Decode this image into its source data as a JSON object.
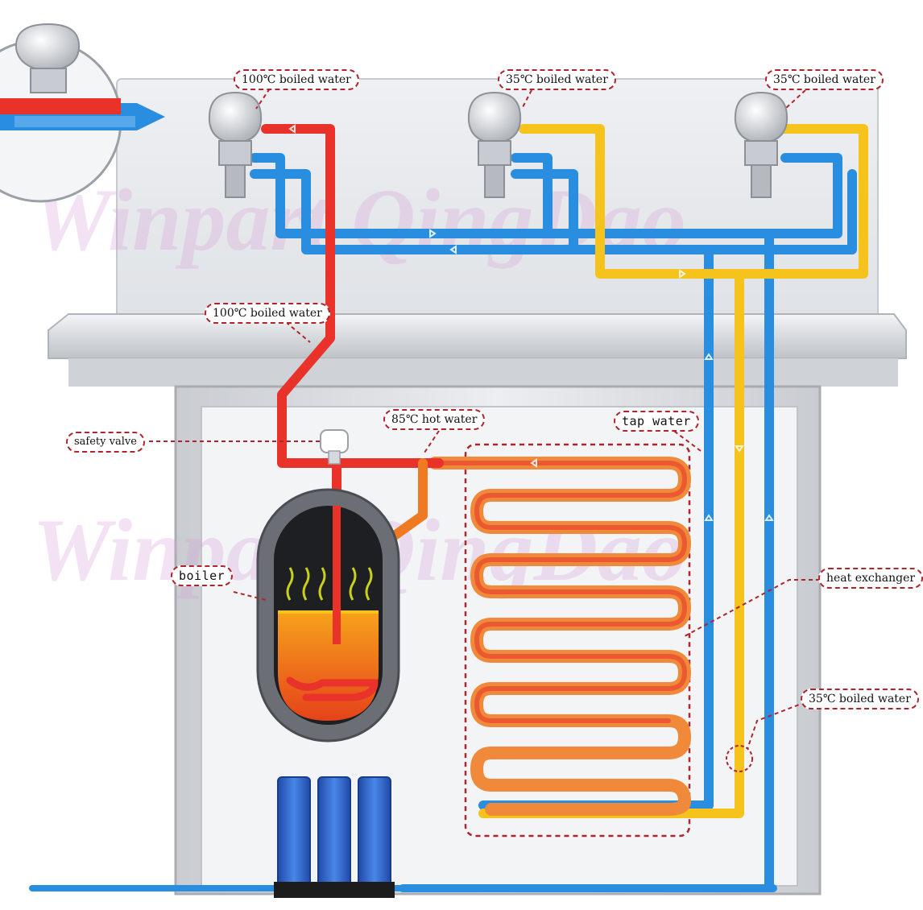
{
  "labels": {
    "faucet_left_top": "100℃ boiled water",
    "faucet_mid_top": "35℃ boiled water",
    "faucet_right_top": "35℃ boiled water",
    "riser_label": "100℃ boiled water",
    "safety_valve": "safety valve",
    "hot_water": "85℃ hot water",
    "tap_water": "tap water",
    "boiler": "boiler",
    "heat_exchanger": "heat exchanger",
    "boiled_35_low": "35℃ boiled water"
  },
  "watermark": {
    "line1": "Winpart QingDao",
    "line2": "Winpart QingDao"
  },
  "colors": {
    "hot_pipe": "#e8322a",
    "warm_pipe": "#f07a22",
    "boiled_35_pipe": "#f6c21c",
    "tap_pipe": "#2a8ee0",
    "panel": "#e6e8ec",
    "frame": "#b9bcc2",
    "label_border": "#b0252b",
    "filter": "#2f62c8"
  }
}
